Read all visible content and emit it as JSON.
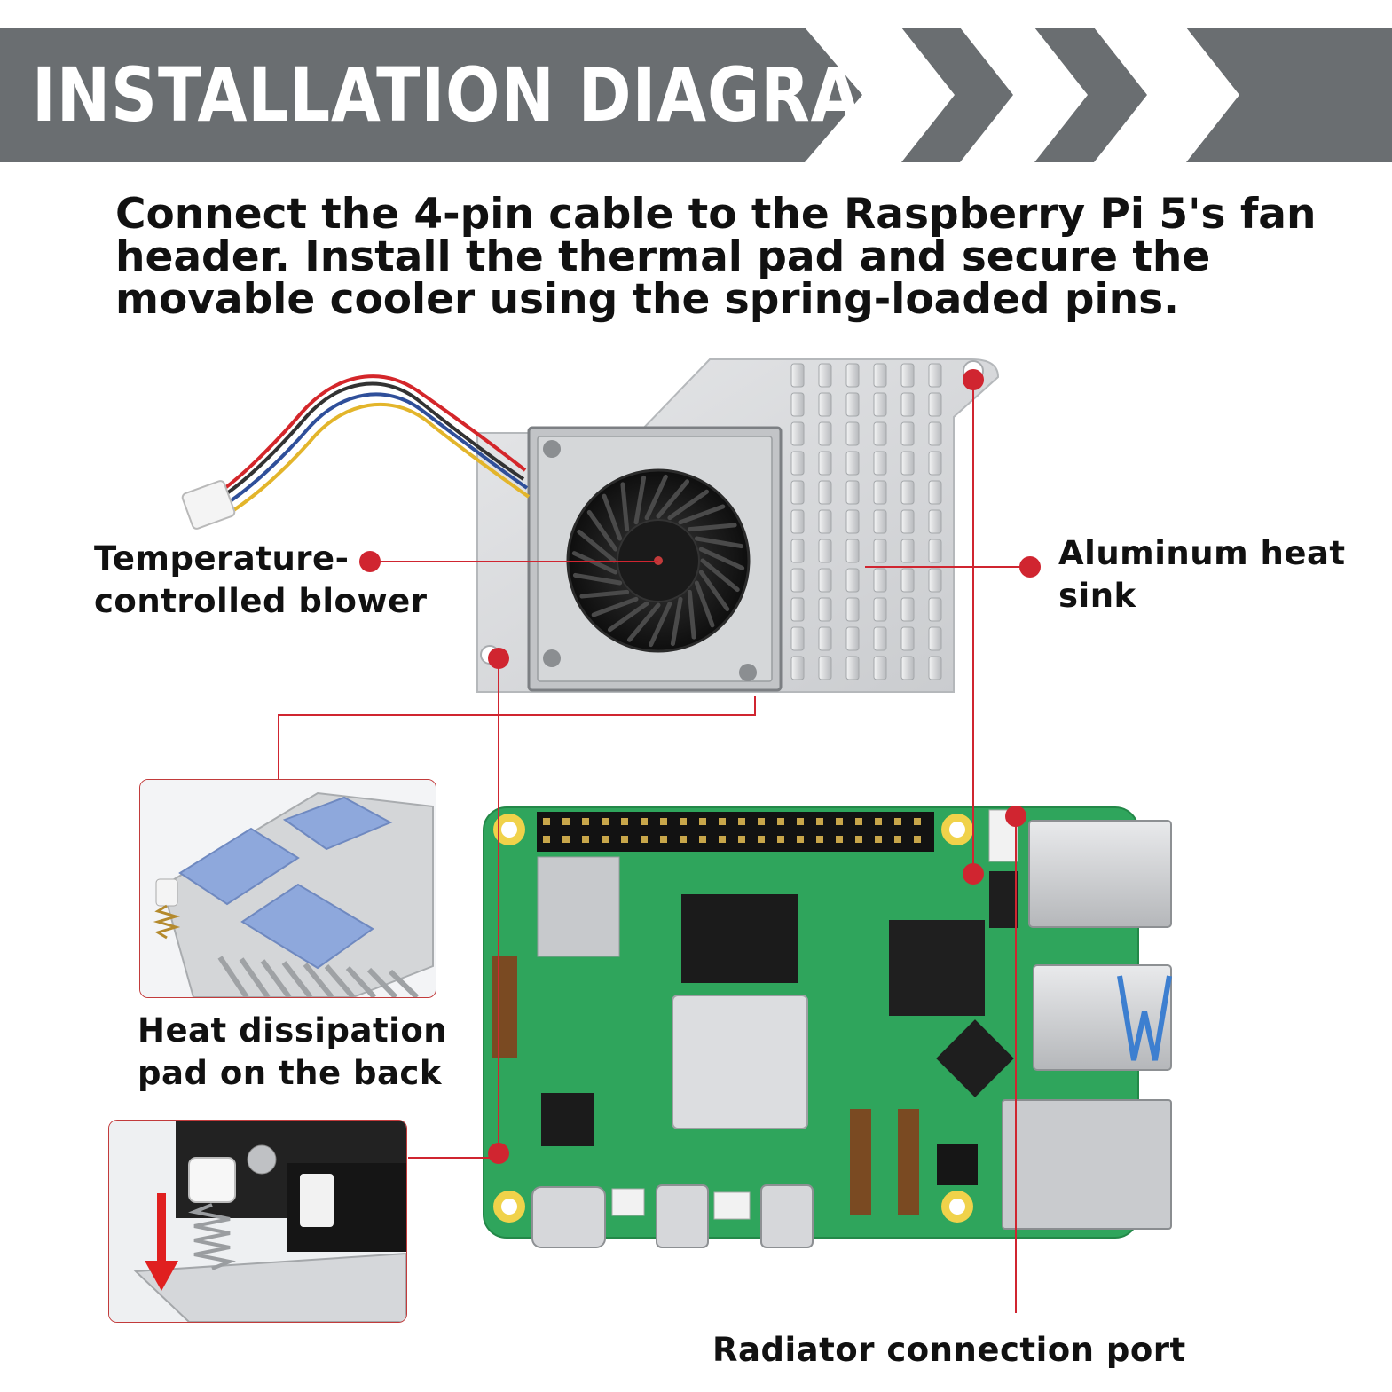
{
  "banner": {
    "title": "INSTALLATION DIAGRAM",
    "color": "#6a6e71"
  },
  "instructions": {
    "lines": [
      "Connect the 4-pin cable to the Raspberry Pi 5's fan",
      "header. Install the thermal pad and secure the",
      "movable cooler using the spring-loaded pins."
    ]
  },
  "callouts": {
    "blower": [
      "Temperature-",
      "controlled blower"
    ],
    "heat_sink": [
      "Aluminum heat",
      "sink"
    ],
    "pad": [
      "Heat dissipation",
      "pad on the back"
    ],
    "port": "Radiator connection port"
  },
  "colors": {
    "callout": "#d02530",
    "board": "#2fa55c",
    "heat_sink": "#d4d6d8",
    "thermal_pad": "#8ea8dc"
  },
  "icons": [
    "fan-icon",
    "push-down-arrow-icon",
    "spring-pin-icon"
  ]
}
